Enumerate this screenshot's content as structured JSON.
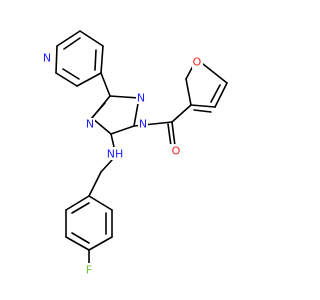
{
  "atoms": {
    "pyridine_n": {
      "text": "N",
      "color": "#2020ff"
    },
    "triazole_n_upper": {
      "text": "N",
      "color": "#2020ff"
    },
    "triazole_n_left": {
      "text": "N",
      "color": "#2020ff"
    },
    "triazole_n_ring": {
      "text": "N",
      "color": "#2020ff"
    },
    "amine_nh": {
      "text": "NH",
      "color": "#2020ff"
    },
    "furan_o": {
      "text": "O",
      "color": "#ff2020"
    },
    "carbonyl_o": {
      "text": "O",
      "color": "#ff2020"
    },
    "fluorine": {
      "text": "F",
      "color": "#70c040"
    }
  }
}
